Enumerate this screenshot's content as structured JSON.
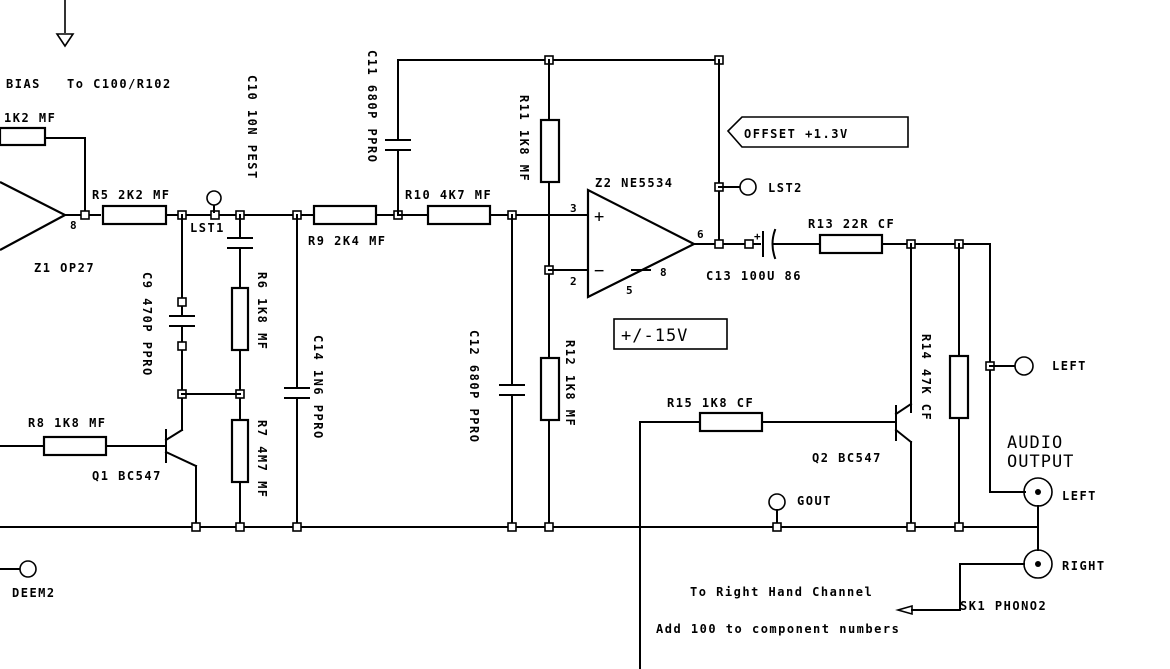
{
  "labels": {
    "bias": "BIAS",
    "to_c100": "To C100/R102",
    "r_1k2": "1K2 MF",
    "c10": "C10 10N PEST",
    "c11": "C11 680P PPRO",
    "r11": "R11 1K8 MF",
    "offset": "OFFSET +1.3V",
    "lst2": "LST2",
    "z2": "Z2 NE5534",
    "r5": "R5 2K2 MF",
    "pin_in": "8",
    "lst1": "LST1",
    "r9": "R9 2K4 MF",
    "r10": "R10 4K7 MF",
    "pin3": "3",
    "pin2": "2",
    "pin5": "5",
    "pin8": "8",
    "pin6": "6",
    "plus": "+",
    "minus": "−",
    "r13": "R13 22R CF",
    "c13": "C13 100U 86",
    "cplus": "+",
    "z1": "Z1 OP27",
    "c9": "C9 470P PPRO",
    "r6": "R6 1K8 MF",
    "c14": "C14 1N6 PPRO",
    "c12": "C12 680P PPRO",
    "r12": "R12 1K8 MF",
    "supply": "+/-15V",
    "r14": "R14 47K CF",
    "left_tp": "LEFT",
    "r15": "R15 1K8 CF",
    "r8": "R8 1K8 MF",
    "q2": "Q2 BC547",
    "audio_output_1": "AUDIO",
    "audio_output_2": "OUTPUT",
    "r7": "R7 4M7 MF",
    "q1": "Q1 BC547",
    "gout": "GOUT",
    "left_jack": "LEFT",
    "deem2": "DEEM2",
    "right_jack": "RIGHT",
    "to_right": "To Right Hand Channel",
    "sk1": "SK1 PHONO2",
    "add100": "Add 100 to component numbers"
  }
}
